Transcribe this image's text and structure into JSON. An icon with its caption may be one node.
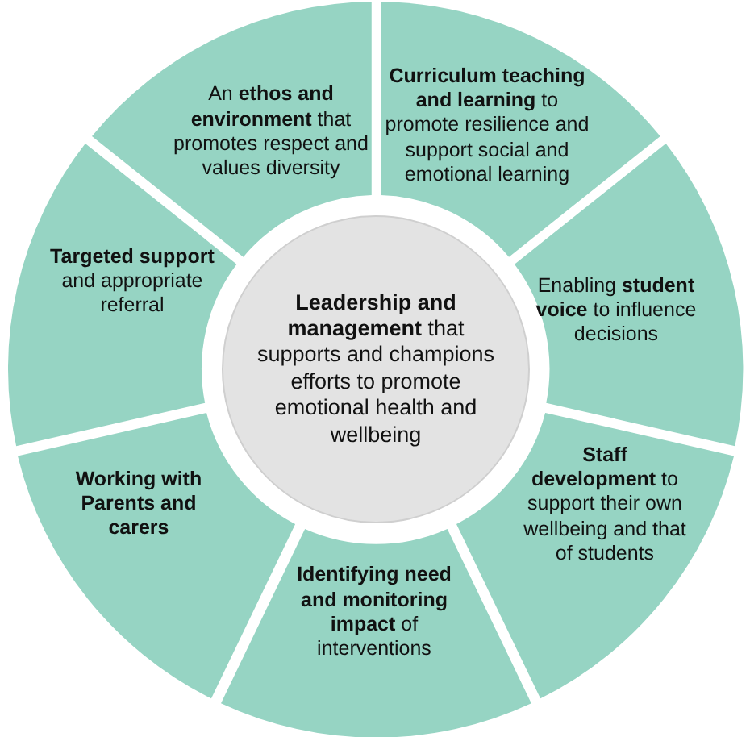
{
  "diagram": {
    "nodes": [
      {
        "text": [
          "An **ethos and environment** that promotes respect and values diversity"
        ]
      },
      {
        "text": [
          "**Curriculum teaching and learning** to promote resilience and support social and emotional learning"
        ]
      },
      {
        "text": [
          "Enabling **student voice** to influence decisions"
        ]
      },
      {
        "text": [
          "**Staff development** to support their own wellbeing and that of students"
        ]
      },
      {
        "text": [
          "**Identifying need and monitoring impact** of interventions"
        ]
      },
      {
        "text": [
          "**Working with Parents and carers**"
        ]
      },
      {
        "text": [
          "**Targeted support** and appropriate referral"
        ]
      },
      {
        "text": [
          "**Leadership and management** that supports and champions efforts to promote emotional health and wellbeing"
        ]
      }
    ]
  }
}
